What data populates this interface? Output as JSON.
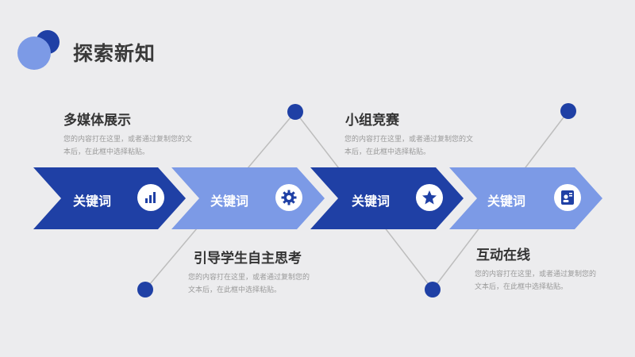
{
  "slide": {
    "title": "探索新知"
  },
  "colors": {
    "dark_blue": "#1f40a5",
    "light_blue": "#7c9ae6",
    "line": "#bdbdbd",
    "background": "#ececee"
  },
  "steps": [
    {
      "keyword": "关键词",
      "icon": "bar-chart-icon",
      "heading": "多媒体展示",
      "desc": "您的内容打在这里，或者通过复制您的文本后，在此框中选择粘贴。"
    },
    {
      "keyword": "关键词",
      "icon": "gear-icon",
      "heading": "引导学生自主思考",
      "desc": "您的内容打在这里，或者通过复制您的文本后，在此框中选择粘贴。"
    },
    {
      "keyword": "关键词",
      "icon": "star-icon",
      "heading": "小组竞赛",
      "desc": "您的内容打在这里，或者通过复制您的文本后，在此框中选择粘贴。"
    },
    {
      "keyword": "关键词",
      "icon": "id-card-icon",
      "heading": "互动在线",
      "desc": "您的内容打在这里，或者通过复制您的文本后，在此框中选择粘贴。"
    }
  ]
}
